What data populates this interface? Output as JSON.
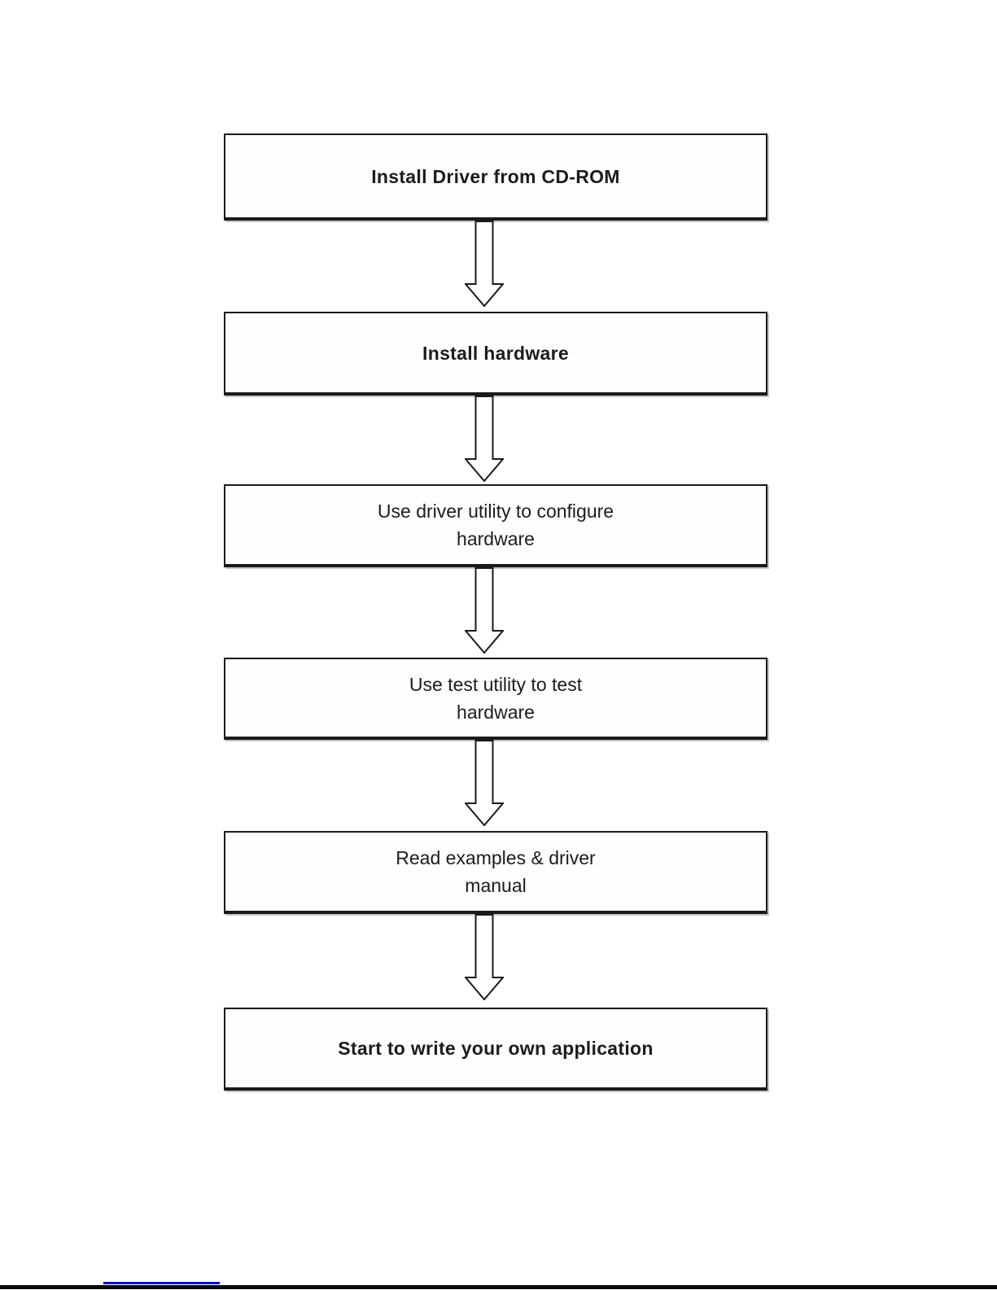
{
  "flowchart": {
    "steps": [
      {
        "label": "Install Driver from CD-ROM"
      },
      {
        "label": "Install hardware"
      },
      {
        "line1": "Use driver utility to configure",
        "line2": "hardware"
      },
      {
        "line1": "Use test utility to test",
        "line2": "hardware"
      },
      {
        "line1": "Read examples & driver",
        "line2": "manual"
      },
      {
        "label": "Start to write your own application"
      }
    ],
    "colors": {
      "box_border": "#1a1a1a",
      "box_fill": "#fefefe",
      "text": "#1c1c1c",
      "arrow_outline": "#1a1a1a",
      "arrow_fill": "#ffffff"
    }
  },
  "footer": {
    "link_underline_color": "#0000cc",
    "bottom_rule_color": "#0a0a0a"
  }
}
